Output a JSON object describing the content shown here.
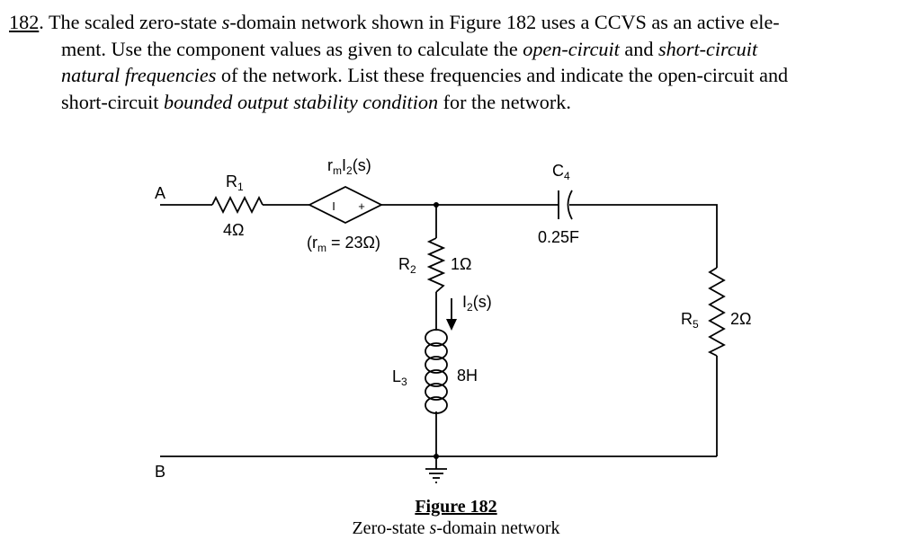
{
  "problem": {
    "number": "182",
    "line1": {
      "a": ". The scaled zero-state ",
      "s": "s",
      "b": "-domain network shown in Figure 182 uses a CCVS as an active ele-"
    },
    "line2": {
      "a": "ment.  Use the component values as given to calculate the ",
      "oc": "open-circuit",
      "and": " and ",
      "sc": "short-circuit"
    },
    "line3": {
      "nf": "natural frequencies",
      "b": " of the network.  List these frequencies and indicate the open-circuit and"
    },
    "line4": {
      "a": "short-circuit ",
      "bos": "bounded output stability condition",
      "b": " for the network."
    }
  },
  "circuit": {
    "node_a": "A",
    "node_b": "B",
    "r1": {
      "name": "R",
      "sub": "1",
      "value": "4Ω"
    },
    "ccvs": {
      "name_r": "r",
      "name_sub": "m",
      "name_i": "I",
      "name_isub": "2",
      "name_tail": "(s)",
      "param_open": "(r",
      "param_sub": "m",
      "param_close": " = 23Ω)",
      "minus": "I",
      "plus": "+"
    },
    "r2": {
      "name": "R",
      "sub": "2",
      "value": "1Ω"
    },
    "current": {
      "name": "I",
      "sub": "2",
      "tail": "(s)"
    },
    "l3": {
      "name": "L",
      "sub": "3",
      "value": "8H"
    },
    "c4": {
      "name": "C",
      "sub": "4",
      "value": "0.25F"
    },
    "r5": {
      "name": "R",
      "sub": "5",
      "value": "2Ω"
    }
  },
  "figure": {
    "title": "Figure 182",
    "caption_a": "Zero-state ",
    "caption_s": "s",
    "caption_b": "-domain network"
  }
}
